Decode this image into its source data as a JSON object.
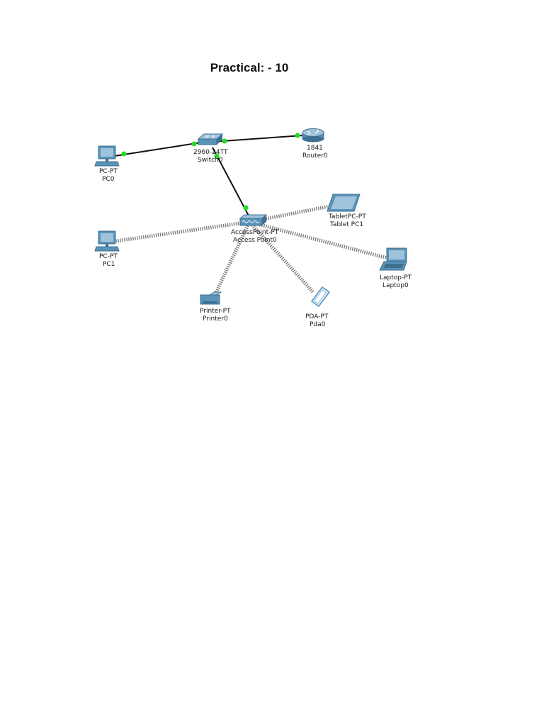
{
  "page": {
    "title": "Practical: - 10"
  },
  "colors": {
    "wired_link": "#111111",
    "wireless_link": "#8a8a8a",
    "link_port_status": "#22dd22",
    "device_fill": "#5a93b8",
    "device_dark": "#3f6f90",
    "device_light": "#9fc3dd",
    "pda_fill": "#d6ecf7"
  },
  "devices": [
    {
      "id": "pc0",
      "model": "PC-PT",
      "name": "PC0",
      "icon": "desktop-pc-icon"
    },
    {
      "id": "switch0",
      "model": "2960-24TT",
      "name": "Switch0",
      "icon": "switch-icon"
    },
    {
      "id": "router0",
      "model": "1841",
      "name": "Router0",
      "icon": "router-icon"
    },
    {
      "id": "ap0",
      "model": "AccessPoint-PT",
      "name": "Access Point0",
      "icon": "access-point-icon"
    },
    {
      "id": "tablet1",
      "model": "TabletPC-PT",
      "name": "Tablet PC1",
      "icon": "tablet-icon"
    },
    {
      "id": "pc1",
      "model": "PC-PT",
      "name": "PC1",
      "icon": "desktop-pc-icon"
    },
    {
      "id": "laptop0",
      "model": "Laptop-PT",
      "name": "Laptop0",
      "icon": "laptop-icon"
    },
    {
      "id": "printer0",
      "model": "Printer-PT",
      "name": "Printer0",
      "icon": "printer-icon"
    },
    {
      "id": "pda0",
      "model": "PDA-PT",
      "name": "Pda0",
      "icon": "pda-icon"
    }
  ],
  "links": [
    {
      "from": "pc0",
      "to": "switch0",
      "type": "wired"
    },
    {
      "from": "switch0",
      "to": "router0",
      "type": "wired"
    },
    {
      "from": "switch0",
      "to": "ap0",
      "type": "wired"
    },
    {
      "from": "ap0",
      "to": "pc1",
      "type": "wireless"
    },
    {
      "from": "ap0",
      "to": "tablet1",
      "type": "wireless"
    },
    {
      "from": "ap0",
      "to": "laptop0",
      "type": "wireless"
    },
    {
      "from": "ap0",
      "to": "printer0",
      "type": "wireless"
    },
    {
      "from": "ap0",
      "to": "pda0",
      "type": "wireless"
    }
  ]
}
